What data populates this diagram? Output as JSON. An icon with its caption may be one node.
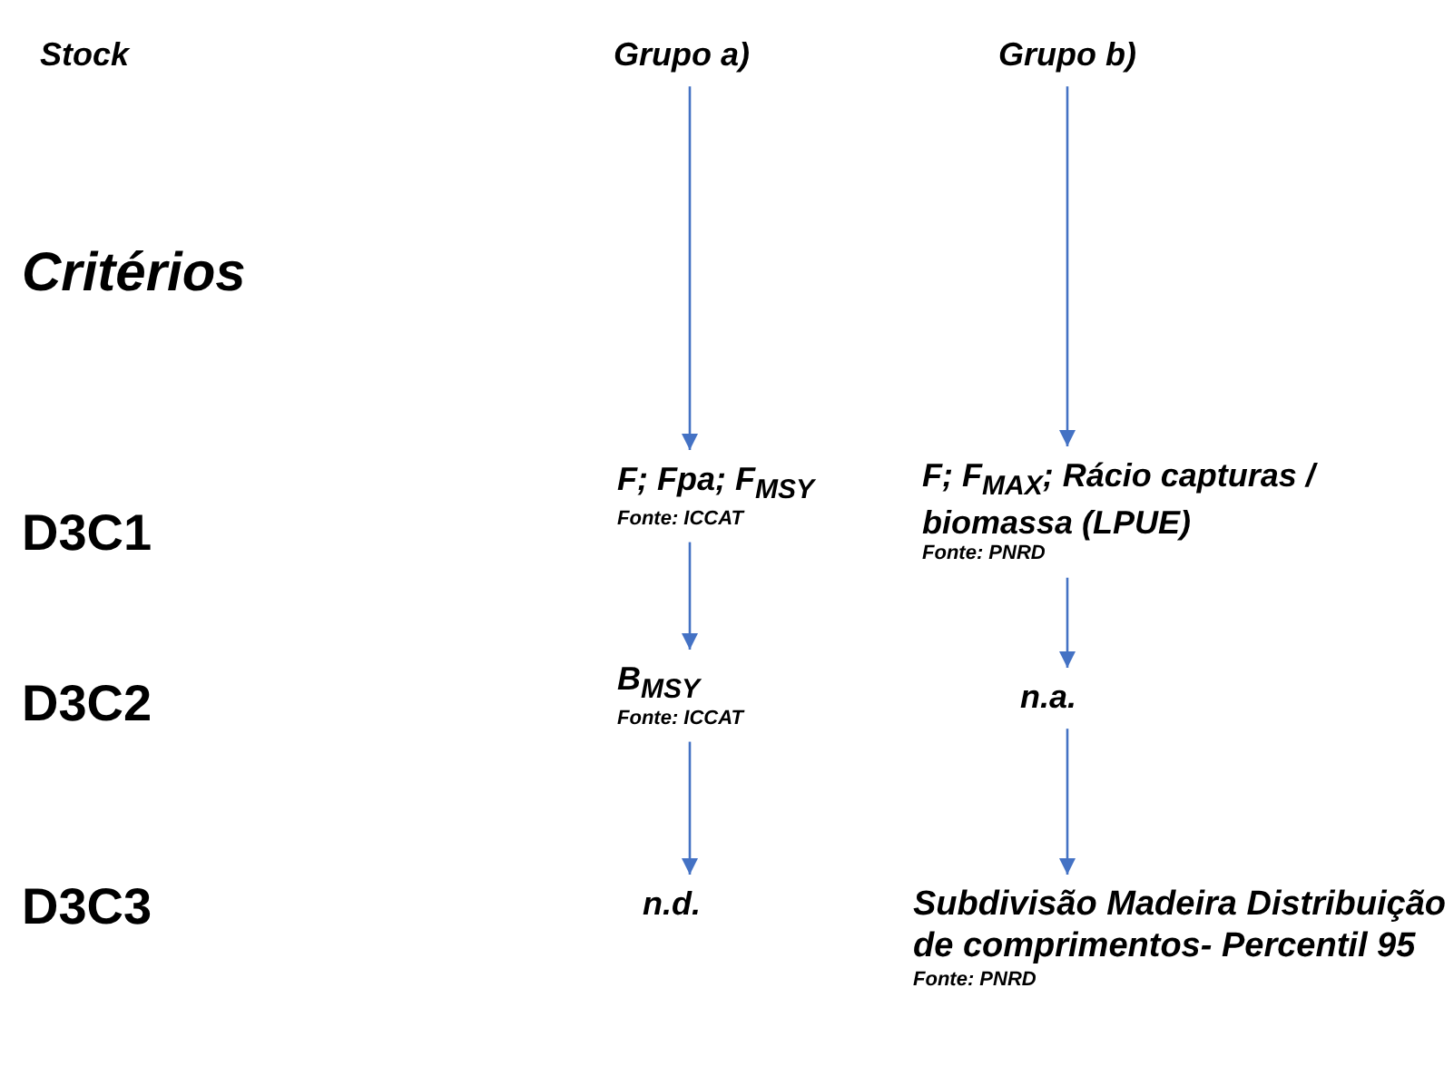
{
  "diagram": {
    "nodes": [
      {
        "text": [
          "Grupo a)"
        ]
      },
      {
        "text": [
          "Grupo b)"
        ]
      },
      {
        "text": [
          "F; Fpa; F$_{MSY}$",
          "Fonte: ICCAT"
        ]
      },
      {
        "text": [
          "F; F$_{MAX}$; Rácio capturas / biomassa (LPUE)",
          "Fonte: PNRD"
        ]
      },
      {
        "text": [
          "B$_{MSY}$",
          "Fonte: ICCAT"
        ]
      },
      {
        "text": [
          "n.a."
        ]
      },
      {
        "text": [
          "n.d."
        ]
      },
      {
        "text": [
          "Subdivisão Madeira Distribuição de comprimentos- Percentil 95",
          "Fonte: PNRD"
        ]
      }
    ],
    "edges": [
      {
        "from": 0,
        "to": 2,
        "arrow": "to"
      },
      {
        "from": 2,
        "to": 4,
        "arrow": "to"
      },
      {
        "from": 4,
        "to": 6,
        "arrow": "to"
      },
      {
        "from": 1,
        "to": 3,
        "arrow": "to"
      },
      {
        "from": 3,
        "to": 5,
        "arrow": "to"
      },
      {
        "from": 5,
        "to": 7,
        "arrow": "to"
      }
    ],
    "labels": [
      "Stock",
      "Critérios",
      "D3C1",
      "D3C2",
      "D3C3"
    ]
  }
}
